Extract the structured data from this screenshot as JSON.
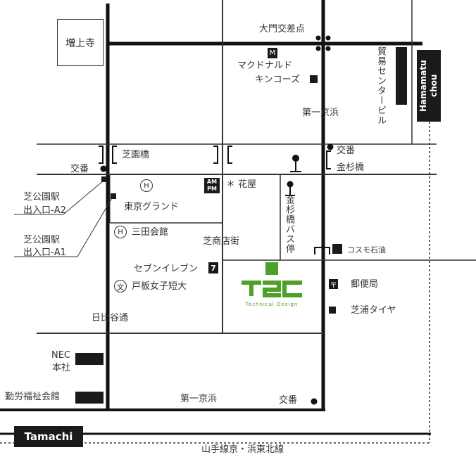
{
  "landmarks": {
    "temple": "増上寺",
    "daimon_crossing": "大門交差点",
    "mcdonalds_badge": "M",
    "mcdonalds": "マクドナルド",
    "kings_court": "キンコーズ",
    "boeki_building": "貿易センタービル",
    "daiichi_keihin_north": "第一京浜",
    "shibazono_bridge": "芝園橋",
    "koban_left": "交番",
    "koban_right": "交番",
    "kanasugi_bridge": "金杉橋",
    "shibakoen_a2_line1": "芝公園駅",
    "shibakoen_a2_line2": "出入口-A2",
    "shibakoen_a1_line1": "芝公園駅",
    "shibakoen_a1_line2": "出入口-A1",
    "hotel_mark": "H",
    "tokyo_grand": "東京グランド",
    "mita_kaikan": "三田会館",
    "ampm_top": "AM",
    "ampm_bottom": "PM",
    "flower_shop": "＊ 花屋",
    "kanasugi_bus_stop": "金杉橋バス停",
    "shibashoten_street": "芝商店街",
    "cosmo_oil": "コスモ石油",
    "seven_eleven": "セブンイレブン",
    "seven_badge": "7",
    "school_mark": "文",
    "toita_college": "戸板女子短大",
    "post_mark": "〒",
    "post_office": "郵便局",
    "shibaura_tire": "芝浦タイヤ",
    "hibiya_street": "日比谷通",
    "nec_line1": "NEC",
    "nec_line2": "本社",
    "kinro_fukushi": "勤労福祉会館",
    "daiichi_keihin_south": "第一京浜",
    "koban_bottom": "交番",
    "railway_line": "山手線京・浜東北線"
  },
  "stations": {
    "hamamatsucho": "Hamamatu chou",
    "tamachi": "Tamachi"
  },
  "company": {
    "logo_text": "T2C",
    "caption": "Technical Design"
  },
  "colors": {
    "road": "#111111",
    "thin_road": "#555555",
    "logo_green": "#4ca12a",
    "station_fill": "#1a1a1a"
  }
}
